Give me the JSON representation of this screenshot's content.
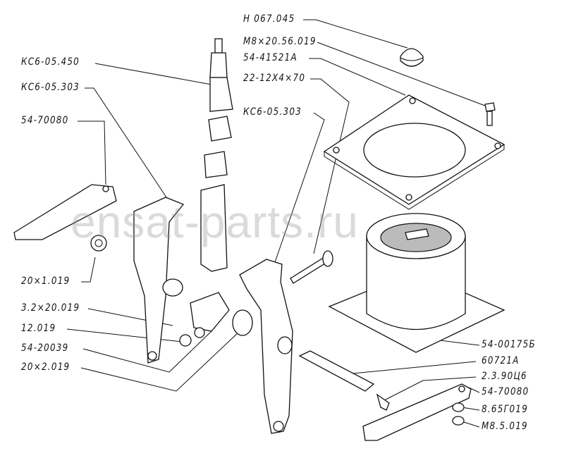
{
  "watermark": "ensat-parts.ru",
  "labels": {
    "cap": "Н 067.045",
    "bolt_top": "М8×20.56.019",
    "flange_plate": "54-41521А",
    "pin": "22-12Х4×70",
    "lever_mid": "КС6-05.303",
    "rod_assembly": "КС6-05.450",
    "lever_left": "КС6-05.303",
    "bracket_left": "54-70080",
    "washer_20x1": "20×1.019",
    "cotter_pin": "3.2×20.019",
    "washer_12": "12.019",
    "block": "54-20039",
    "washer_20x2": "20×2.019",
    "housing": "54-00175Б",
    "shaft": "60721А",
    "grease_fitting": "2.3.90Ц6",
    "bracket_right": "54-70080",
    "spring_washer": "8.65Г019",
    "nut": "М8.5.019"
  }
}
